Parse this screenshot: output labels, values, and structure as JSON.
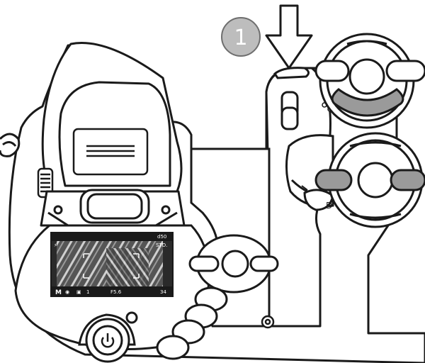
{
  "step_number": "1",
  "lcd": {
    "top_right": "d50",
    "quality": "STD.",
    "mode": "M",
    "fraction_left": "1",
    "aperture": "F5.6",
    "exposure_count": "34"
  },
  "colors": {
    "highlight": "#9a9a9a",
    "outline": "#1a1a1a",
    "badge": "#bdbdbd"
  },
  "icons": {
    "arrow": "down-arrow-icon",
    "power": "power-icon"
  }
}
